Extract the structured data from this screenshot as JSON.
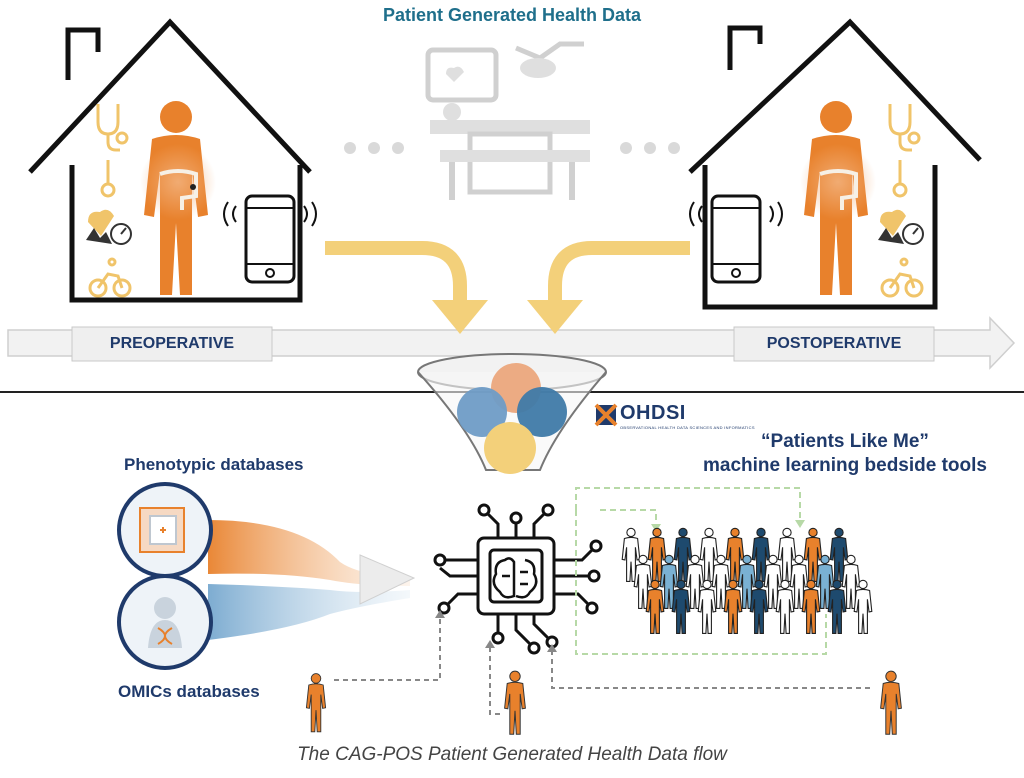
{
  "figure": {
    "title": "Patient Generated Health Data",
    "caption": "The CAG-POS Patient Generated Health Data flow"
  },
  "timeline": {
    "preoperative_label": "PREOPERATIVE",
    "postoperative_label": "POSTOPERATIVE"
  },
  "databases": {
    "phenotypic_label": "Phenotypic databases",
    "omics_label": "OMICs databases"
  },
  "tool": {
    "title_line1": "“Patients Like Me”",
    "title_line2": "machine learning bedside tools"
  },
  "logo": {
    "name": "OHDSI",
    "tagline": "OBSERVATIONAL HEALTH DATA SCIENCES AND INFORMATICS"
  },
  "colors": {
    "title": "#1f6f8b",
    "label": "#1f3a6b",
    "body_orange": "#e8812c",
    "arrow_yellow": "#f3d07a",
    "faded_gray": "#d7d7d7",
    "dark_blue": "#1e4a6e",
    "light_blue": "#7ab1d3"
  },
  "icons": [
    "stethoscope-icon",
    "thermometer-icon",
    "heart-gauge-icon",
    "cyclist-icon",
    "smartphone-icon",
    "ai-chip-icon",
    "brain-icon",
    "funnel-icon"
  ]
}
